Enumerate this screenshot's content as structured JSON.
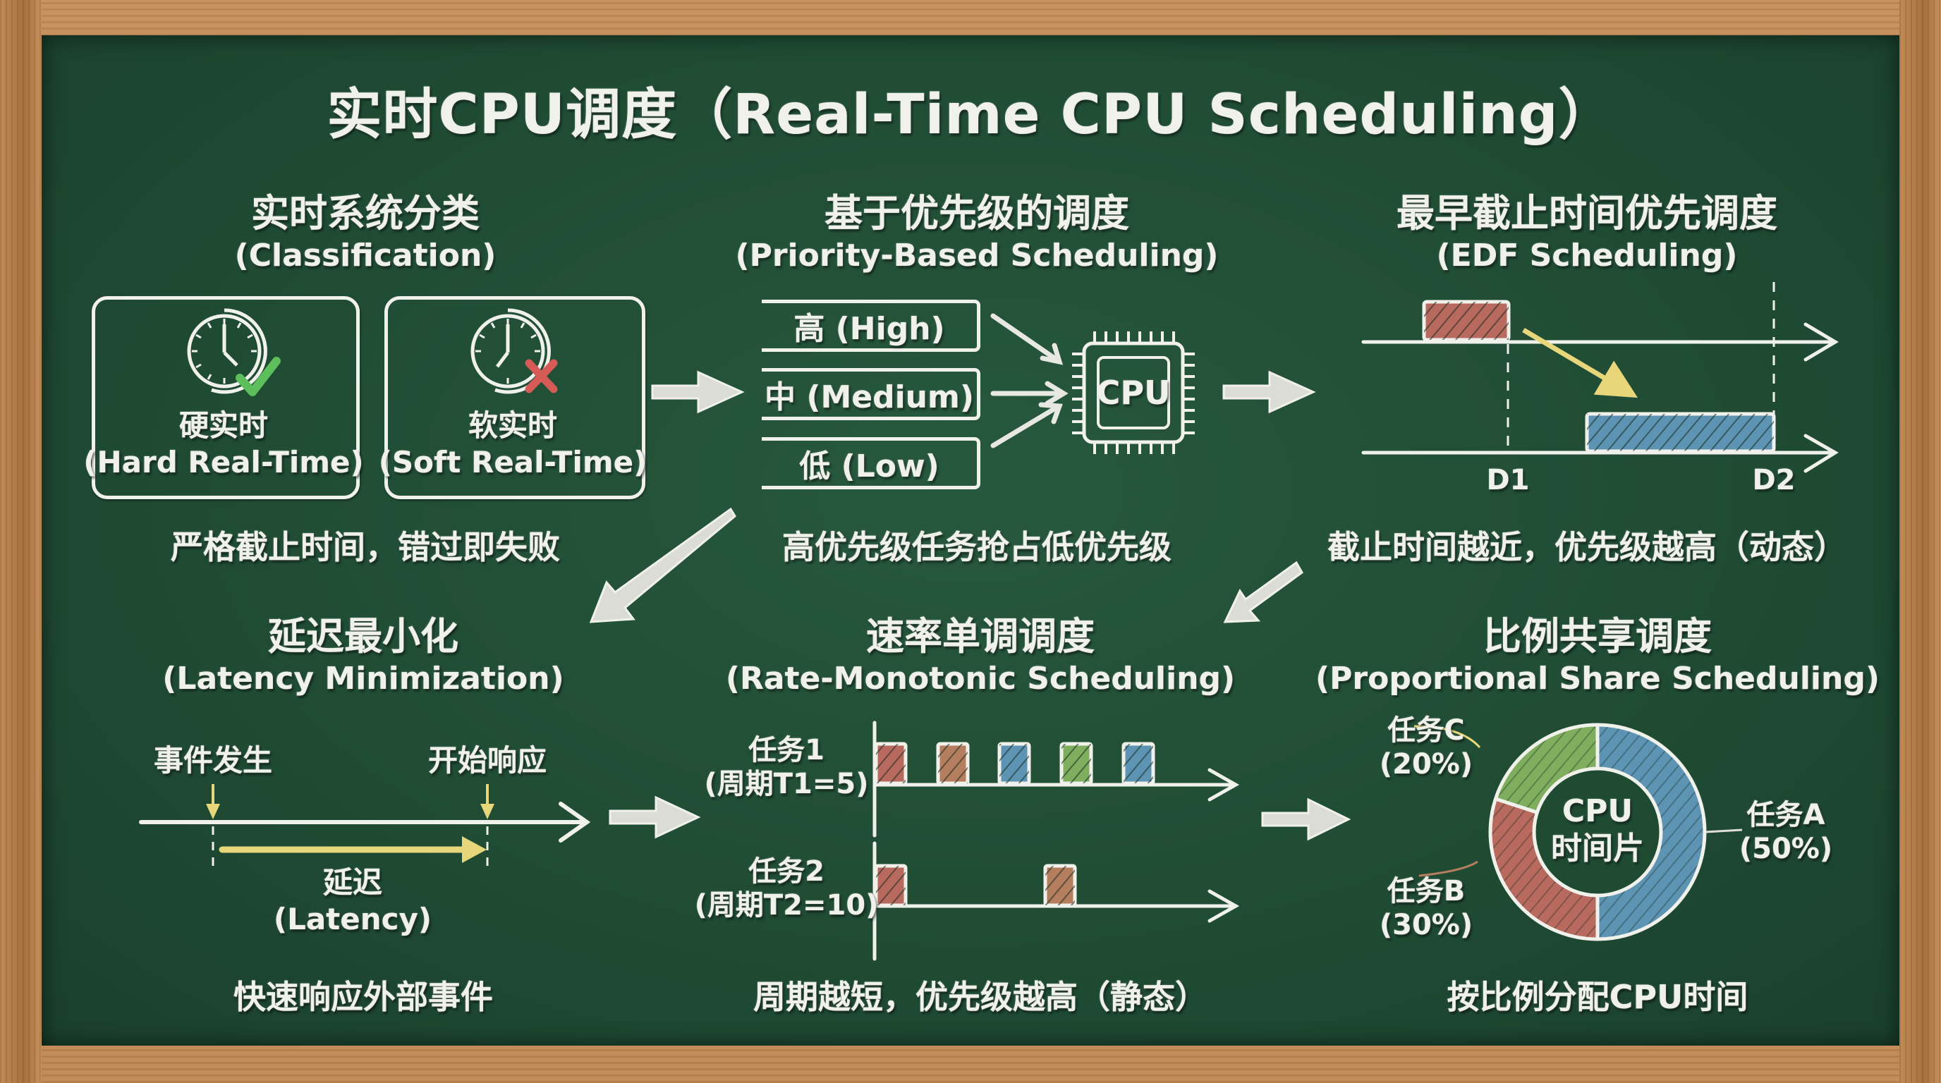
{
  "title": "实时CPU调度（Real-Time CPU Scheduling）",
  "colors": {
    "board": "#1f4b33",
    "frame": "#b8834f",
    "chalk": "#f1f1ec",
    "task_red": "#b86a5f",
    "task_orange": "#b57e5e",
    "task_blue": "#5d94b3",
    "task_green": "#7fae5e",
    "accent_yellow": "#e8d77a",
    "check_green": "#5cbf5c",
    "cross_red": "#d65a55"
  },
  "sections": {
    "classification": {
      "title_cn": "实时系统分类",
      "title_en": "(Classification)",
      "hard": {
        "icon": "clock-check-icon",
        "label_cn": "硬实时",
        "label_en": "(Hard Real-Time)"
      },
      "soft": {
        "icon": "clock-cross-icon",
        "label_cn": "软实时",
        "label_en": "(Soft Real-Time)"
      },
      "caption": "严格截止时间，错过即失败"
    },
    "priority": {
      "title_cn": "基于优先级的调度",
      "title_en": "(Priority-Based Scheduling)",
      "levels": [
        "高 (High)",
        "中 (Medium)",
        "低 (Low)"
      ],
      "cpu_label": "CPU",
      "caption": "高优先级任务抢占低优先级"
    },
    "edf": {
      "title_cn": "最早截止时间优先调度",
      "title_en": "(EDF Scheduling)",
      "deadlines": [
        "D1",
        "D2"
      ],
      "caption": "截止时间越近，优先级越高（动态）"
    },
    "latency": {
      "title_cn": "延迟最小化",
      "title_en": "(Latency Minimization)",
      "event_label": "事件发生",
      "response_label": "开始响应",
      "latency_cn": "延迟",
      "latency_en": "(Latency)",
      "caption": "快速响应外部事件"
    },
    "rms": {
      "title_cn": "速率单调调度",
      "title_en": "(Rate-Monotonic Scheduling)",
      "task1_name": "任务1",
      "task1_period": "(周期T1=5)",
      "task2_name": "任务2",
      "task2_period": "(周期T2=10)",
      "task1_blocks": [
        "red",
        "orange",
        "blue",
        "green",
        "blue"
      ],
      "task2_blocks": [
        "red",
        "orange"
      ],
      "caption": "周期越短，优先级越高（静态）"
    },
    "proportional": {
      "title_cn": "比例共享调度",
      "title_en": "(Proportional Share Scheduling)",
      "center_line1": "CPU",
      "center_line2": "时间片",
      "slices": [
        {
          "name": "任务A",
          "pct": "(50%)",
          "value": 50,
          "color": "#5d94b3"
        },
        {
          "name": "任务B",
          "pct": "(30%)",
          "value": 30,
          "color": "#b86a5f"
        },
        {
          "name": "任务C",
          "pct": "(20%)",
          "value": 20,
          "color": "#7fae5e"
        }
      ],
      "caption": "按比例分配CPU时间"
    }
  }
}
